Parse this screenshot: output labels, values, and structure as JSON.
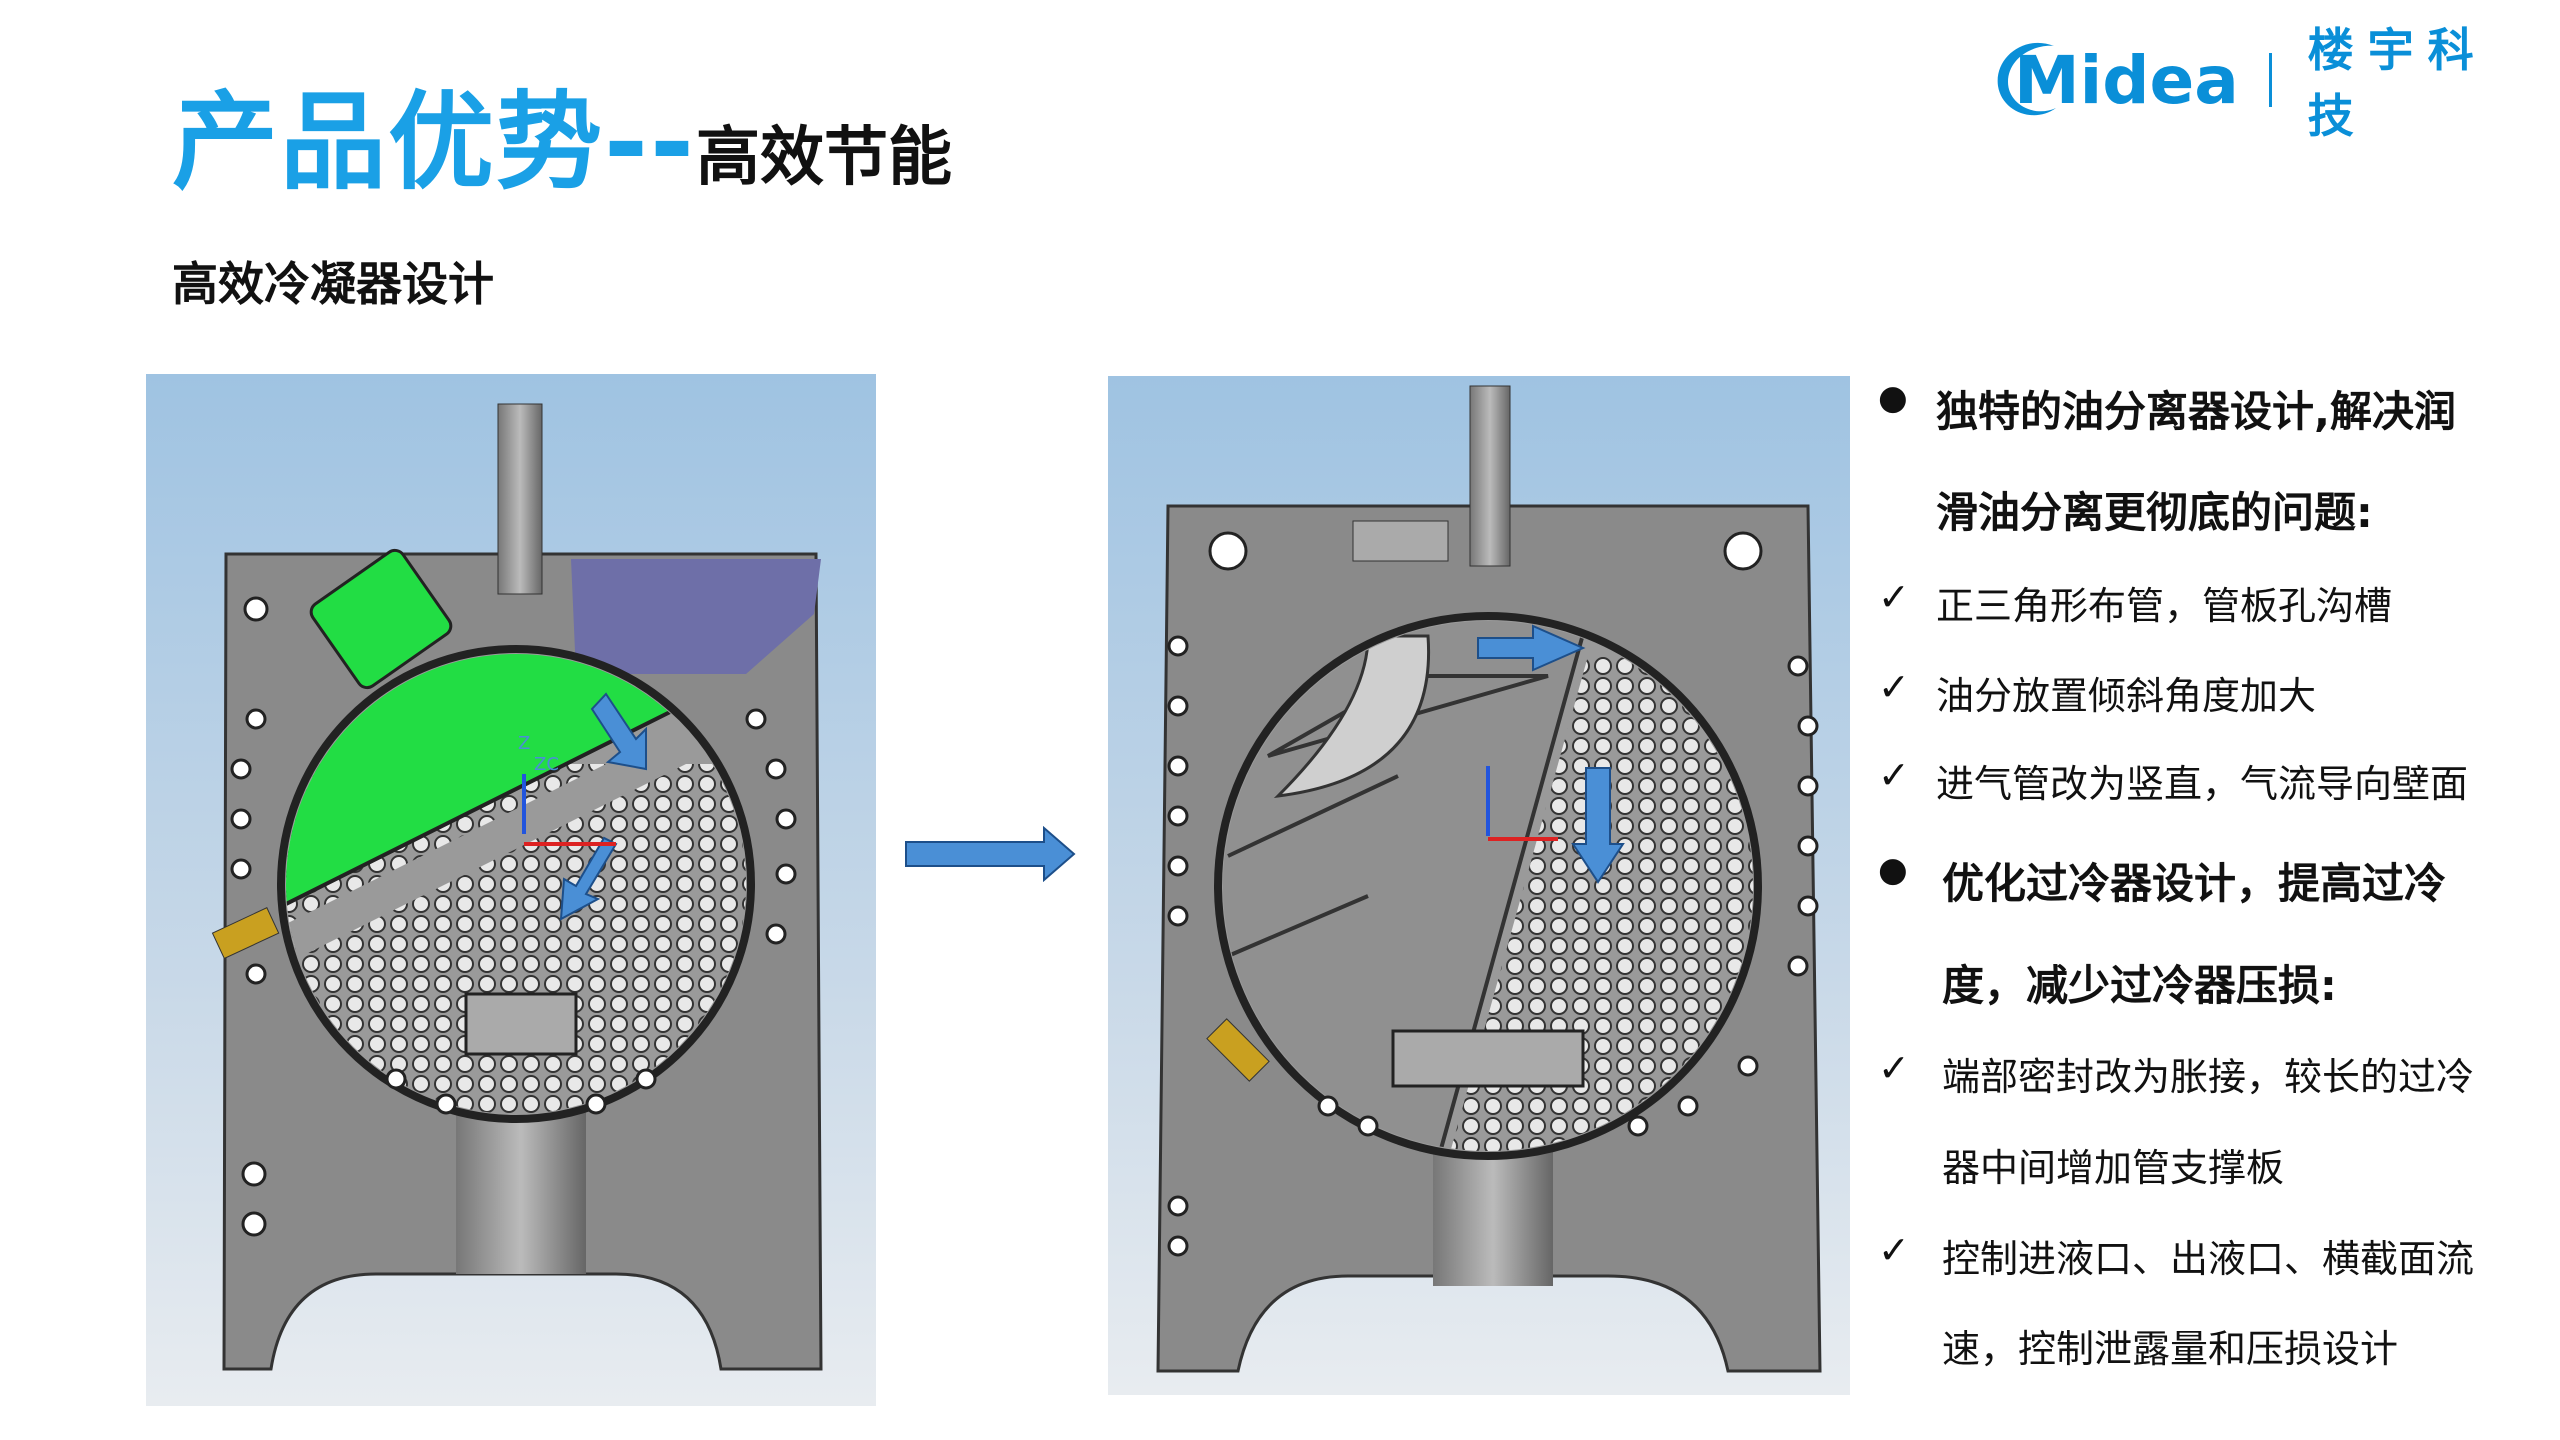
{
  "header": {
    "title_main": "产品优势--",
    "title_sub": "高效节能",
    "subtitle": "高效冷凝器设计"
  },
  "logo": {
    "brand": "Midea",
    "division": "楼宇科技"
  },
  "colors": {
    "accent": "#1aa0e6",
    "brand": "#0a8fd8",
    "oil_separator": "#22dd44",
    "flow_arrow": "#4a8fd6"
  },
  "points": [
    {
      "type": "bullet",
      "text": "独特的油分离器设计,解决润"
    },
    {
      "type": "cont-bold",
      "text": "滑油分离更彻底的问题:"
    },
    {
      "type": "check",
      "text": "正三角形布管，管板孔沟槽"
    },
    {
      "type": "check",
      "text": "油分放置倾斜角度加大"
    },
    {
      "type": "check",
      "text": "进气管改为竖直，气流导向壁面"
    },
    {
      "type": "bullet",
      "text": "优化过冷器设计，提高过冷"
    },
    {
      "type": "cont-bold",
      "text": "度，减少过冷器压损:"
    },
    {
      "type": "check",
      "text": "端部密封改为胀接，较长的过冷"
    },
    {
      "type": "cont",
      "text": "器中间增加管支撑板"
    },
    {
      "type": "check",
      "text": "控制进液口、出液口、横截面流"
    },
    {
      "type": "cont",
      "text": "速，控制泄露量和压损设计"
    }
  ],
  "markers": {
    "bullet": "●",
    "check": "✓"
  },
  "cad_labels": {
    "axis_z": "Z",
    "axis_zc": "ZC"
  }
}
